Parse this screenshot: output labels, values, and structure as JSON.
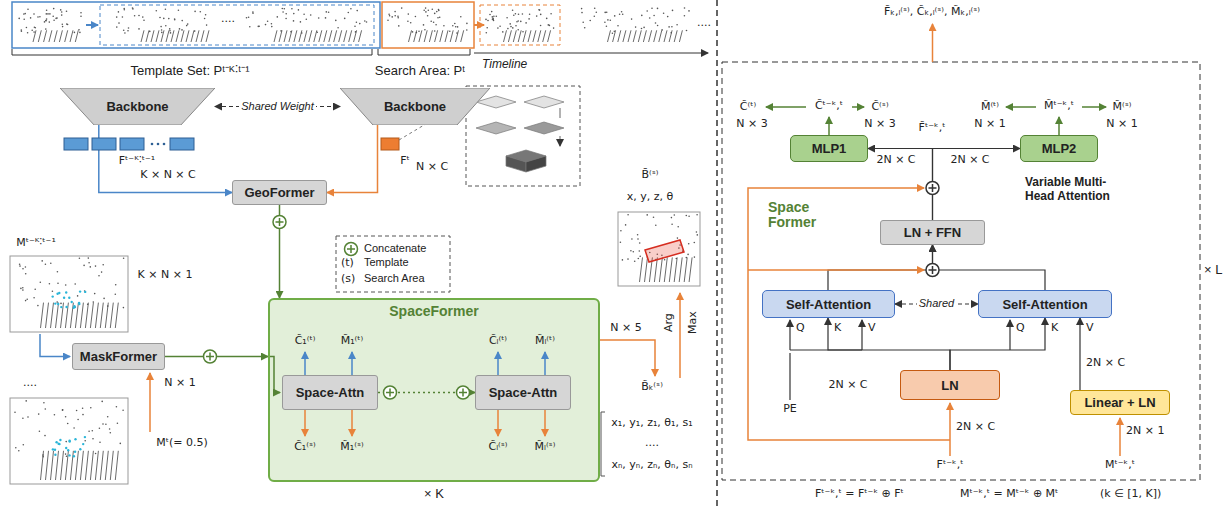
{
  "diagram": {
    "nodes": [
      {
        "text": [
          "Backbone"
        ]
      },
      {
        "text": [
          "Backbone"
        ]
      },
      {
        "text": [
          "GeoFormer"
        ]
      },
      {
        "text": [
          "MaskFormer"
        ]
      },
      {
        "text": [
          "SpaceFormer"
        ]
      },
      {
        "text": [
          "Space-Attn"
        ],
        "in": 4
      },
      {
        "text": [
          "Space-Attn"
        ],
        "in": 4
      },
      {
        "text": [
          "MLP1"
        ]
      },
      {
        "text": [
          "MLP2"
        ]
      },
      {
        "text": [
          "LN + FFN"
        ]
      },
      {
        "text": [
          "Self-Attention"
        ]
      },
      {
        "text": [
          "Self-Attention"
        ]
      },
      {
        "text": [
          "LN"
        ]
      },
      {
        "text": [
          "Linear + LN"
        ]
      }
    ],
    "edges": [
      {
        "from": 0,
        "to": 2,
        "arrow": "to"
      },
      {
        "from": 1,
        "to": 2,
        "arrow": "to"
      },
      {
        "from": 2,
        "to": 4,
        "arrow": "to"
      },
      {
        "from": 3,
        "to": 4,
        "arrow": "to"
      },
      {
        "from": 5,
        "to": 6,
        "arrow": "to"
      },
      {
        "from": 0,
        "to": 1,
        "label": "Shared Weight",
        "arrow": "both"
      },
      {
        "from": 12,
        "to": 10,
        "arrow": "to"
      },
      {
        "from": 12,
        "to": 11,
        "arrow": "to"
      },
      {
        "from": 13,
        "to": 11,
        "arrow": "to"
      },
      {
        "from": 10,
        "to": 9,
        "arrow": "to"
      },
      {
        "from": 11,
        "to": 9,
        "arrow": "to"
      },
      {
        "from": 9,
        "to": 7,
        "arrow": "to"
      },
      {
        "from": 9,
        "to": 8,
        "arrow": "to"
      },
      {
        "from": 10,
        "to": 11,
        "label": "Shared",
        "arrow": "both"
      }
    ],
    "labels": [
      "Template Set: Pᵗ⁻ᴷ˸ᵗ⁻¹",
      "Search Area: Pᵗ",
      "Timeline",
      "Fᵗ⁻ᴷ˸ᵗ⁻¹",
      "K × N × C",
      "Fᵗ",
      "N × C",
      "Mᵗ⁻ᴷ˸ᵗ⁻¹",
      "K × N × 1",
      "....",
      "N × 1",
      "Mᵗ(= 0.5)",
      "(t)",
      "(s)",
      "C̃₁⁽ᵗ⁾",
      "M̃₁⁽ᵗ⁾",
      "C̃₁⁽ˢ⁾",
      "M̃₁⁽ˢ⁾",
      "C̃ₗ⁽ᵗ⁾",
      "M̃ₗ⁽ᵗ⁾",
      "C̃ₗ⁽ˢ⁾",
      "M̃ₗ⁽ˢ⁾",
      "× K",
      "N × 5",
      "B̃ₖ⁽ˢ⁾",
      "x₁, y₁, z₁, θ₁, s₁",
      "....",
      "xₙ, yₙ, zₙ, θₙ, sₙ",
      "Arg",
      "Max",
      "B̄⁽ˢ⁾",
      "x, y, z, θ",
      "F̃ₖ,ₗ⁽ˢ⁾, C̃ₖ,ₗ⁽ˢ⁾, M̃ₖ,ₗ⁽ˢ⁾",
      "C̃⁽ᵗ⁾",
      "C̃ᵗ⁻ᵏ,ᵗ",
      "C̃⁽ˢ⁾",
      "N × 3",
      "N × 3",
      "M̃⁽ᵗ⁾",
      "M̃ᵗ⁻ᵏ,ᵗ",
      "M̃⁽ˢ⁾",
      "N × 1",
      "N × 1",
      "F̃ᵗ⁻ᵏ,ᵗ",
      "2N × C",
      "2N × C",
      "Space Former",
      "Variable Multi-Head Attention",
      "Q",
      "K",
      "V",
      "Q",
      "K",
      "V",
      "PE",
      "2N × C",
      "2N × C",
      "2N × C",
      "2N × 1",
      "Fᵗ⁻ᵏ,ᵗ",
      "Mᵗ⁻ᵏ,ᵗ",
      "Fᵗ⁻ᵏ,ᵗ = Fᵗ⁻ᵏ ⊕ Fᵗ",
      "Mᵗ⁻ᵏ,ᵗ = Mᵗ⁻ᵏ ⊕ Mᵗ",
      "(k ∈ [1, K])",
      "× L",
      "....",
      "...."
    ],
    "legend": [
      {
        "text": "Concatenate"
      },
      {
        "text": "Template"
      },
      {
        "text": "Search Area"
      }
    ]
  }
}
